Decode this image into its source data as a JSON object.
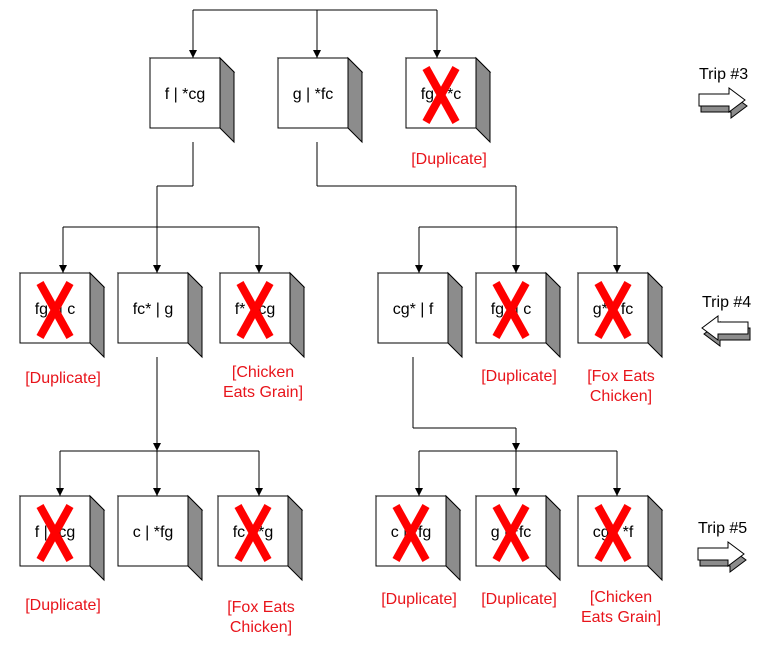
{
  "colors": {
    "line": "#000000",
    "box_front": "#ffffff",
    "box_side": "#8c8c8c",
    "box_top": "#c6c6c6",
    "cross": "#ff0000",
    "note": "#e8141b",
    "arrow_fill": "#ffffff",
    "arrow_shade": "#8c8c8c"
  },
  "trips": [
    {
      "label": "Trip #3",
      "direction": "right"
    },
    {
      "label": "Trip #4",
      "direction": "left"
    },
    {
      "label": "Trip #5",
      "direction": "right"
    }
  ],
  "nodes": [
    {
      "id": "n1",
      "label": "f | *cg",
      "crossed": false,
      "note": []
    },
    {
      "id": "n2",
      "label": "g | *fc",
      "crossed": false,
      "note": []
    },
    {
      "id": "n3",
      "label": "fg | *c",
      "crossed": true,
      "note": [
        "[Duplicate]"
      ]
    },
    {
      "id": "n4",
      "label": "fg* | c",
      "crossed": true,
      "note": [
        "[Duplicate]"
      ]
    },
    {
      "id": "n5",
      "label": "fc* | g",
      "crossed": false,
      "note": []
    },
    {
      "id": "n6",
      "label": "f* | cg",
      "crossed": true,
      "note": [
        "[Chicken",
        "Eats Grain]"
      ]
    },
    {
      "id": "n7",
      "label": "cg* | f",
      "crossed": false,
      "note": []
    },
    {
      "id": "n8",
      "label": "fg* | c",
      "crossed": true,
      "note": [
        "[Duplicate]"
      ]
    },
    {
      "id": "n9",
      "label": "g* | fc",
      "crossed": true,
      "note": [
        "[Fox Eats",
        "Chicken]"
      ]
    },
    {
      "id": "n10",
      "label": "f | *cg",
      "crossed": true,
      "note": [
        "[Duplicate]"
      ]
    },
    {
      "id": "n11",
      "label": "c | *fg",
      "crossed": false,
      "note": []
    },
    {
      "id": "n12",
      "label": "fc | *g",
      "crossed": true,
      "note": [
        "[Fox Eats",
        "Chicken]"
      ]
    },
    {
      "id": "n13",
      "label": "c | *fg",
      "crossed": true,
      "note": [
        "[Duplicate]"
      ]
    },
    {
      "id": "n14",
      "label": "g | *fc",
      "crossed": true,
      "note": [
        "[Duplicate]"
      ]
    },
    {
      "id": "n15",
      "label": "cg | *f",
      "crossed": true,
      "note": [
        "[Chicken",
        "Eats Grain]"
      ]
    }
  ]
}
